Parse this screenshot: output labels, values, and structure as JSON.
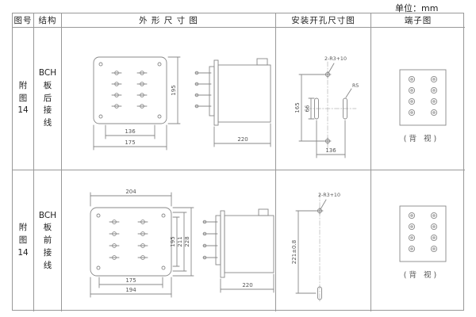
{
  "unit_label": "单位：mm",
  "table": {
    "headers": {
      "figure_no": "图号",
      "structure": "结构",
      "outline": "外 形 尺 寸 图",
      "mounting": "安装开孔尺寸图",
      "terminal": "端子图"
    },
    "rows": [
      {
        "figure_no": [
          "附",
          "图",
          "14"
        ],
        "structure": [
          "BCH",
          "板",
          "后",
          "接",
          "线"
        ],
        "outline": {
          "inner_width": "136",
          "outer_width": "175",
          "height": "195",
          "depth": "220"
        },
        "mounting": {
          "note": "2-R3+10",
          "radius": "R5",
          "height": "165",
          "slot_height": "66",
          "width": "136"
        },
        "terminal": {
          "view_label": "(背 视)"
        }
      },
      {
        "figure_no": [
          "附",
          "图",
          "14"
        ],
        "structure": [
          "BCH",
          "板",
          "前",
          "接",
          "线"
        ],
        "outline": {
          "top_width": "204",
          "height_1": "195",
          "height_2": "211",
          "height_3": "228",
          "inner_width": "175",
          "outer_width": "194",
          "depth": "220"
        },
        "mounting": {
          "note": "2-R3+10",
          "height": "221±0.8"
        },
        "terminal": {
          "view_label": "(背 视)"
        }
      }
    ]
  }
}
